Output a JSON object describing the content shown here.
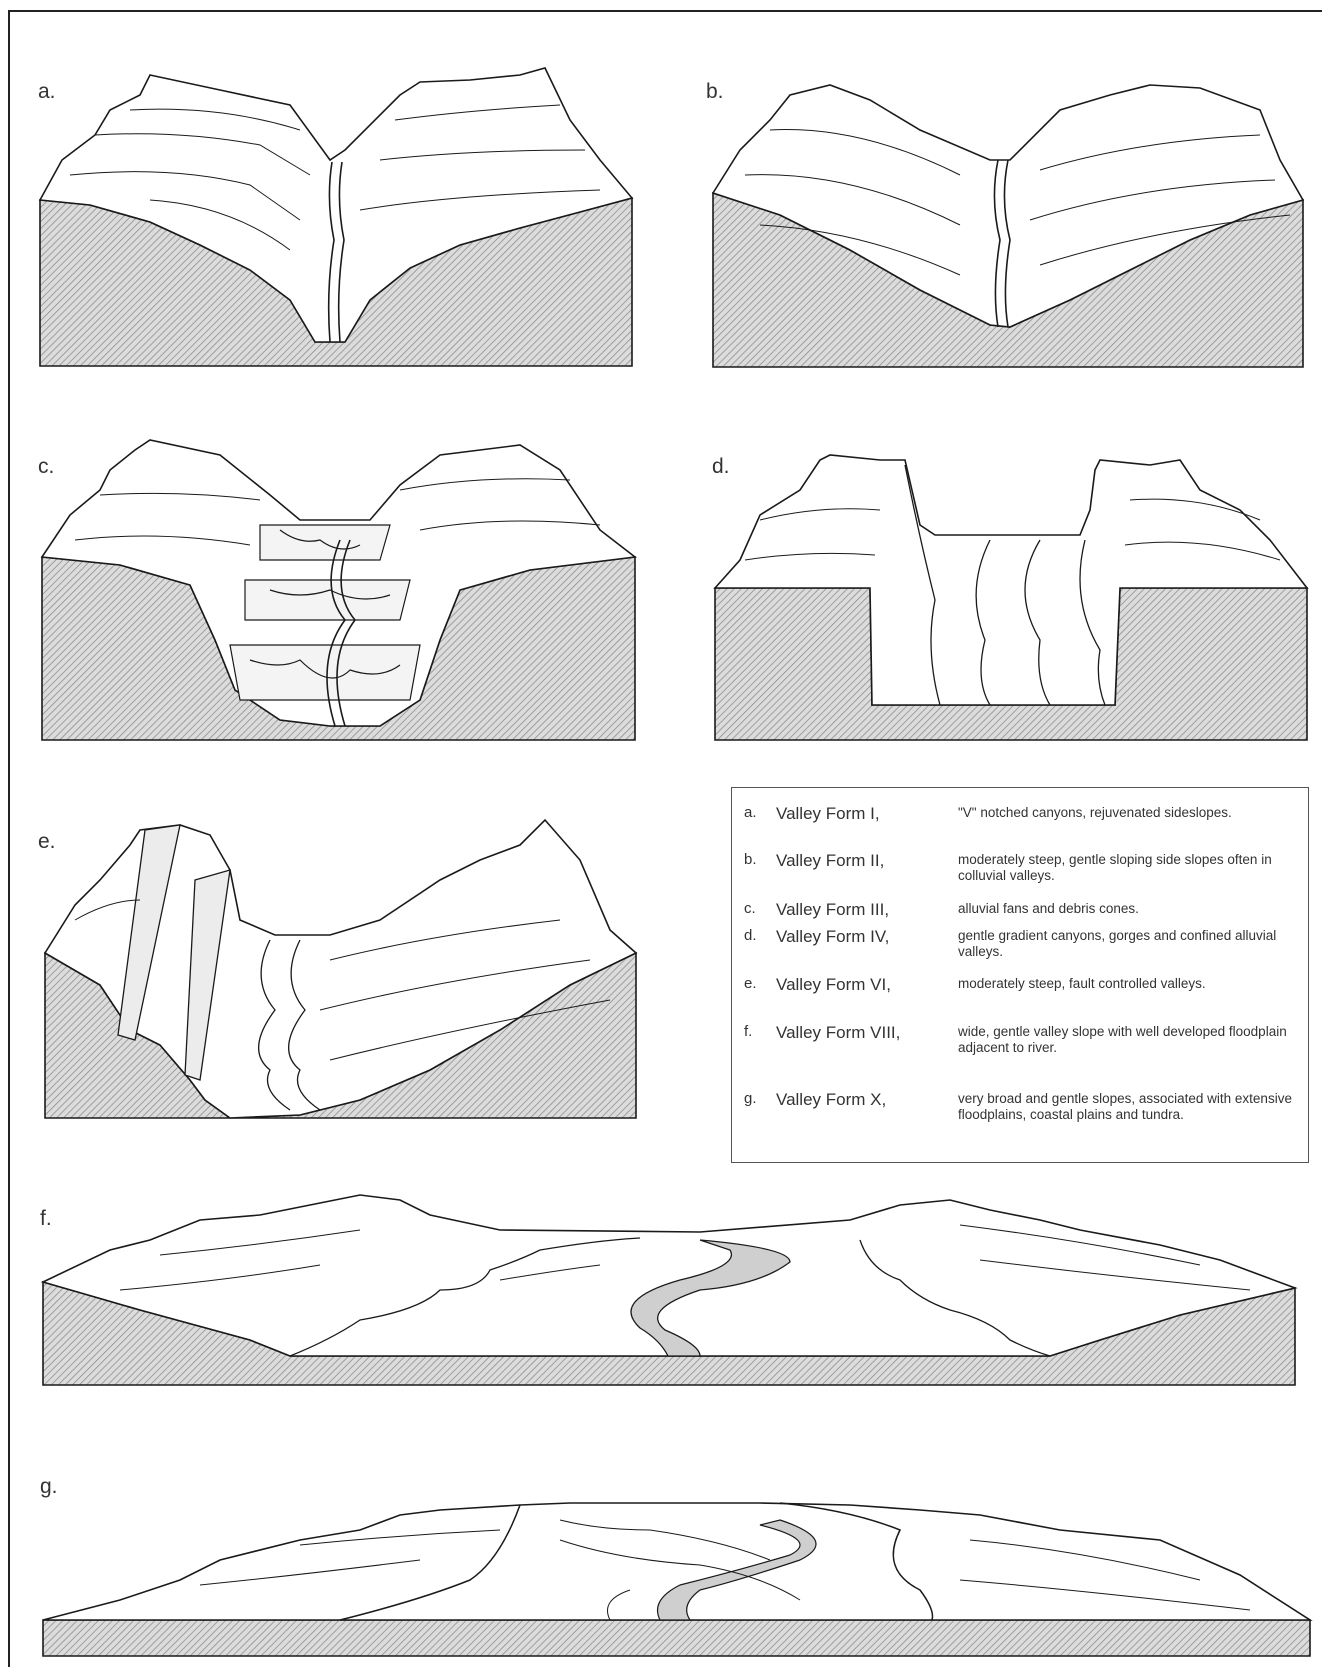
{
  "panels": {
    "a": {
      "label": "a."
    },
    "b": {
      "label": "b."
    },
    "c": {
      "label": "c."
    },
    "d": {
      "label": "d."
    },
    "e": {
      "label": "e."
    },
    "f": {
      "label": "f."
    },
    "g": {
      "label": "g."
    }
  },
  "legend": {
    "items": [
      {
        "letter": "a.",
        "name": "Valley Form I,",
        "description": "\"V\" notched canyons, rejuvenated sideslopes."
      },
      {
        "letter": "b.",
        "name": "Valley Form II,",
        "description": "moderately steep, gentle sloping side slopes often in colluvial valleys."
      },
      {
        "letter": "c.",
        "name": "Valley Form III,",
        "description": "alluvial fans and debris cones."
      },
      {
        "letter": "d.",
        "name": "Valley Form IV,",
        "description": "gentle gradient canyons, gorges and confined alluvial valleys."
      },
      {
        "letter": "e.",
        "name": "Valley Form VI,",
        "description": "moderately steep, fault controlled valleys."
      },
      {
        "letter": "f.",
        "name": "Valley Form VIII,",
        "description": "wide, gentle valley slope with well developed floodplain adjacent to river."
      },
      {
        "letter": "g.",
        "name": "Valley Form X,",
        "description": "very broad and gentle slopes, associated with extensive floodplains, coastal plains and tundra."
      }
    ]
  },
  "colors": {
    "ink": "#1a1a1a",
    "section_fill": "#d9d9d9",
    "hatch": "#9a9a9a",
    "river_fill": "#c8c8c8"
  }
}
